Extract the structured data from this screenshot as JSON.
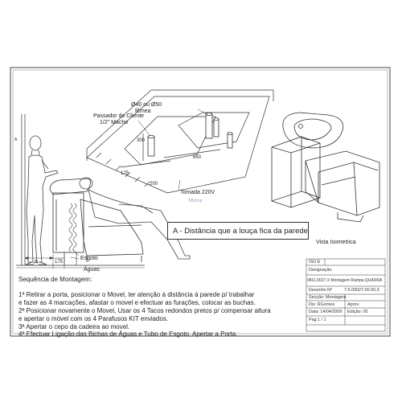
{
  "labels": {
    "diameter": "Ø40 ou Ø50",
    "female": "fêmea",
    "passador": "Passador do Cliente",
    "male": "1/2\" Macho",
    "tomada": "Tomada 220V",
    "esgoto": "Esgoto",
    "aguas": "Águas",
    "vista": "Vista Isometrica",
    "a_side": "A",
    "a_bottom": "A",
    "dims": [
      "300",
      "175",
      "200",
      "650",
      "175"
    ]
  },
  "banner": "A - Distância que a louça fica da parede",
  "watermark": "SBshop",
  "notes": {
    "heading": "Sequência de Montagem:",
    "lines": [
      "1ª Retirar a porta, posicionar o Movel, ter atenção à distância à parede p/ trabalhar",
      "e fazer as 4 marcações, afastar o movel e efectuar as furações, colocar as buchas.",
      "2ª Posicionar novamente o Movel, Usar os 4 Tacos redondos pretos p/ compensar altura",
      "e apertar o móvel com os 4 Parafusos KIT enviados.",
      "3ª Apertar o cepo da cadeira ao movel.",
      "4ª Efectuar Ligação das Bichas de Águas e Tubo de Esgoto, Apertar a Porta."
    ]
  },
  "title_block": {
    "iso": "ISO E",
    "designacao_label": "Designação",
    "designacao_value": "0811.0027.X Montagem Rampa QUADRA",
    "desenho_label": "Desenho Nº",
    "desenho_value": "7.6.00027.00.00.3",
    "seccao_value": "Secção: Montagem",
    "dis_value": "Dis: RGomes",
    "aprov_label": "Aprov.",
    "data_value": "Data: 14/04/2009",
    "edicao_value": "Edição: 00",
    "pag_value": "Pag   1 / 1"
  }
}
